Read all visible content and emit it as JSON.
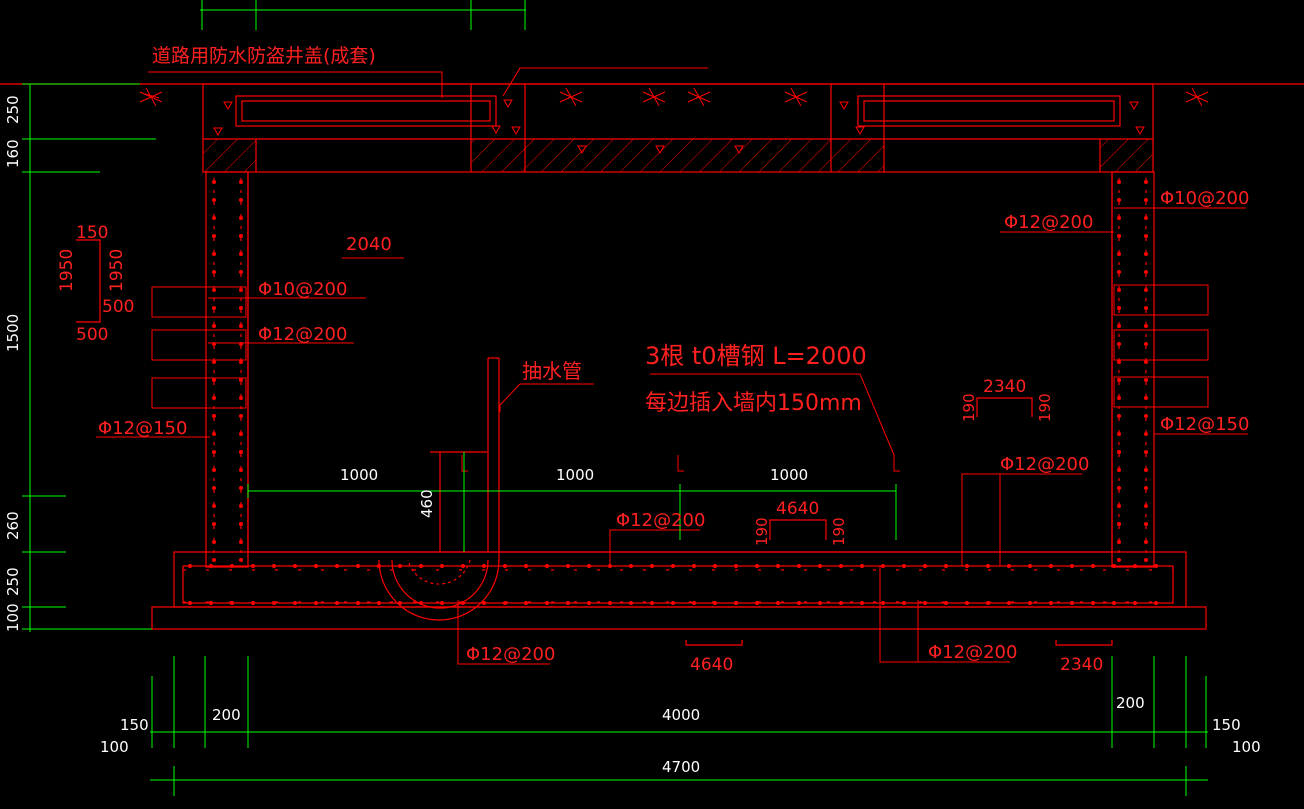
{
  "colors": {
    "background": "#000000",
    "structure": "#ff0000",
    "dimension": "#00ff00",
    "annotation": "#ff2020",
    "dim_text": "#ffffff"
  },
  "labels": {
    "cover_note": "道路用防水防盗井盖(成套)",
    "pump_pipe": "抽水管",
    "channel_steel_1": "3根 t0槽钢 L=2000",
    "channel_steel_2": "每边插入墙内150mm",
    "top_left_2040": "2040",
    "bar_left_1": "Φ10@200",
    "bar_left_2": "Φ12@200",
    "bar_left_3": "Φ12@150",
    "bar_right_1": "Φ10@200",
    "bar_right_2": "Φ12@200",
    "bar_right_3": "Φ12@150",
    "bar_floor_mid": "Φ12@200",
    "bar_floor_right": "Φ12@200",
    "bar_bottom_left": "Φ12@200",
    "bar_bottom_right": "Φ12@200",
    "detail_left_150": "150",
    "detail_left_1950a": "1950",
    "detail_left_1950b": "1950",
    "detail_left_500a": "500",
    "detail_left_500b": "500",
    "detail_2340": "2340",
    "detail_2340_190a": "190",
    "detail_2340_190b": "190",
    "detail_4640": "4640",
    "detail_4640_190a": "190",
    "detail_4640_190b": "190",
    "bottom_4640": "4640",
    "bottom_2340": "2340"
  },
  "dimensions": {
    "vertical": [
      "250",
      "160",
      "1500",
      "260",
      "250",
      "100"
    ],
    "pipe_460": "460",
    "inner_spacing": [
      "1000",
      "1000",
      "1000"
    ],
    "bottom_row1_left_150": "150",
    "bottom_row1_left_100": "100",
    "bottom_row1_200a": "200",
    "bottom_row1_4000": "4000",
    "bottom_row1_200b": "200",
    "bottom_row1_right_150": "150",
    "bottom_row1_right_100": "100",
    "bottom_total": "4700"
  }
}
